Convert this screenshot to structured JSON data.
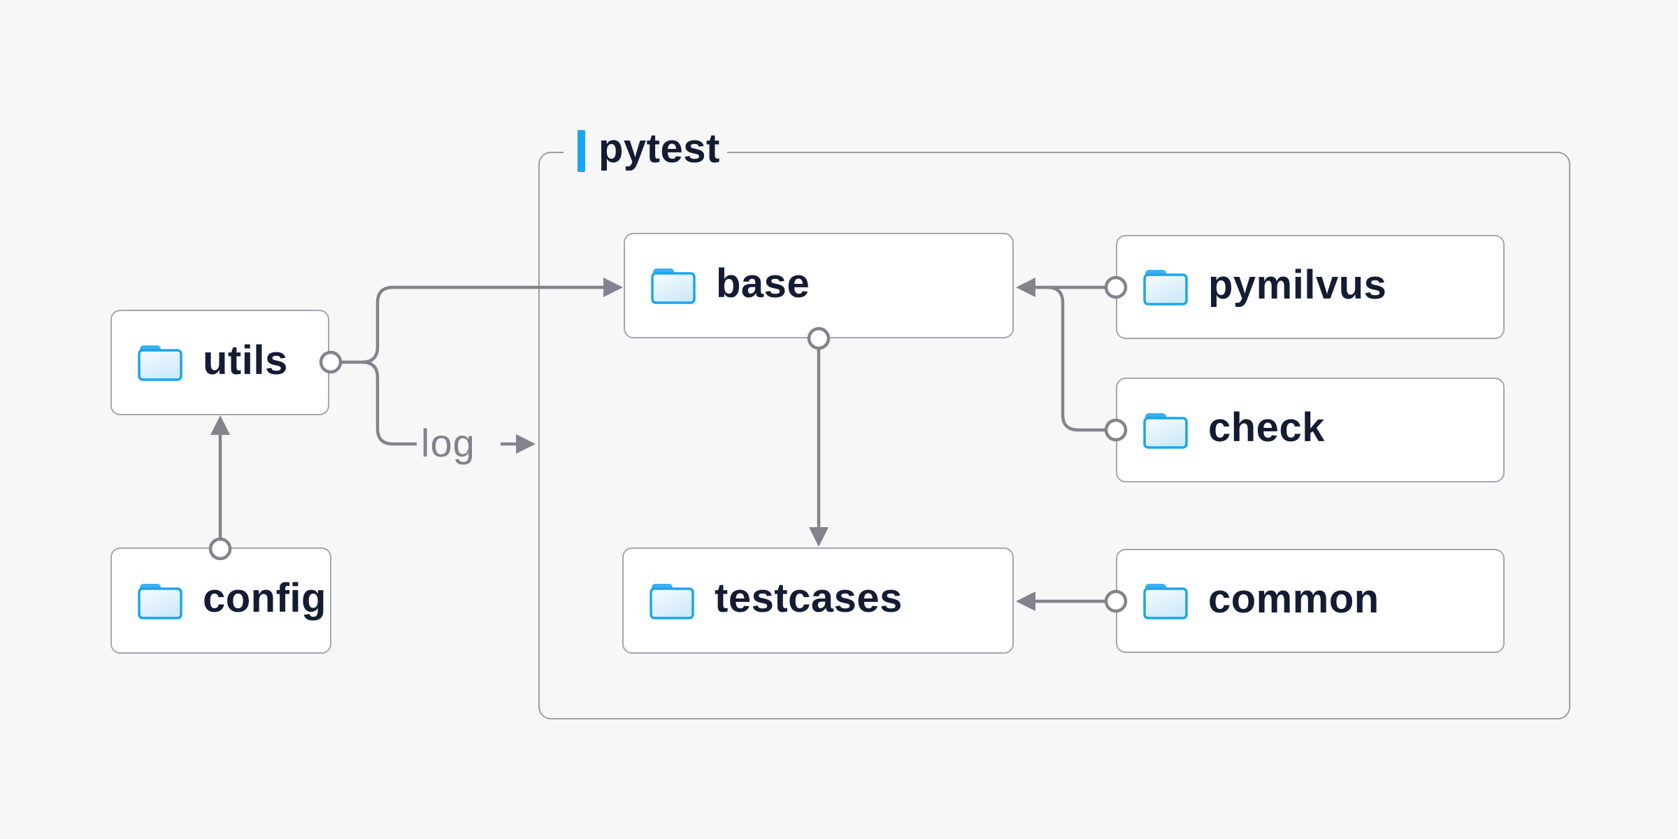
{
  "diagram": {
    "title_container": {
      "label": "pytest"
    },
    "nodes": [
      {
        "id": "utils",
        "label": "utils"
      },
      {
        "id": "config",
        "label": "config"
      },
      {
        "id": "base",
        "label": "base"
      },
      {
        "id": "pymilvus",
        "label": "pymilvus"
      },
      {
        "id": "check",
        "label": "check"
      },
      {
        "id": "testcases",
        "label": "testcases"
      },
      {
        "id": "common",
        "label": "common"
      }
    ],
    "edge_label": "log",
    "edges": [
      {
        "from": "config",
        "to": "utils"
      },
      {
        "from": "utils",
        "to": "base"
      },
      {
        "from": "utils",
        "to": "pytest",
        "label": "log"
      },
      {
        "from": "base",
        "to": "testcases"
      },
      {
        "from": "pymilvus",
        "to": "base"
      },
      {
        "from": "check",
        "to": "base"
      },
      {
        "from": "common",
        "to": "testcases"
      }
    ],
    "colors": {
      "background": "#f7f7f8",
      "accent_blue": "#18a6ee",
      "folder_stroke": "#18a6ee",
      "line_gray": "#83838d",
      "text_navy": "#131c33",
      "box_border": "#a6a6b1"
    }
  }
}
